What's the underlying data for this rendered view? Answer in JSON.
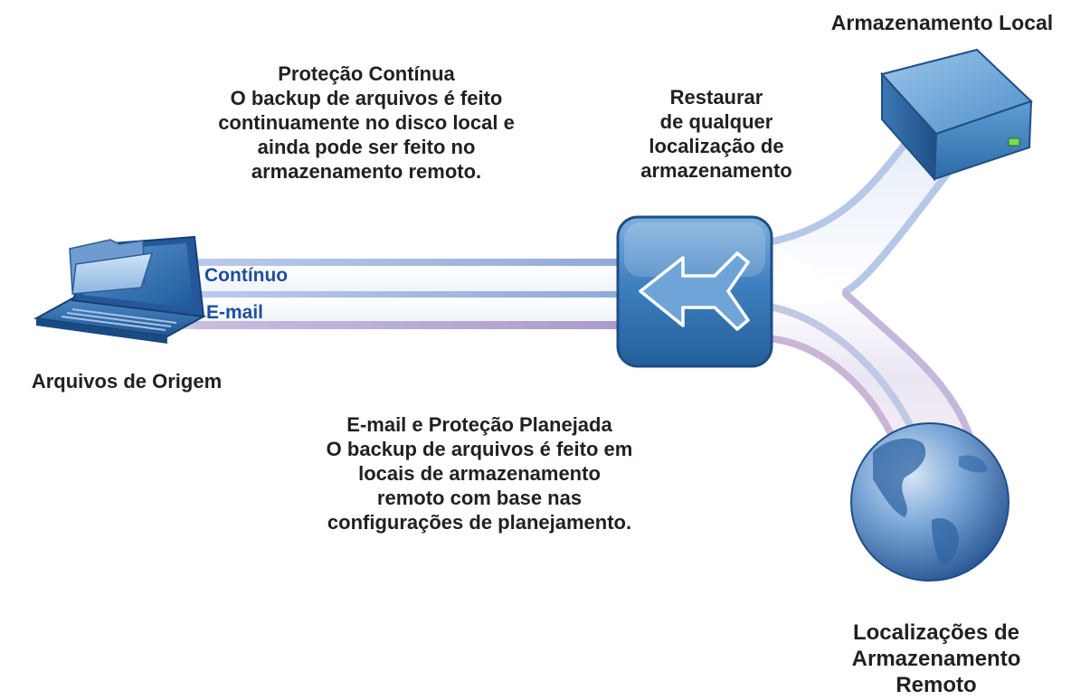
{
  "labels": {
    "local_storage": "Armazenamento Local",
    "source_files": "Arquivos de Origem",
    "remote_storage": [
      "Localizações de",
      "Armazenamento",
      "Remoto"
    ]
  },
  "callouts": {
    "continuous_protection": [
      "Proteção Contínua",
      "O backup de arquivos é feito",
      "continuamente no disco local e",
      "ainda pode ser feito no",
      "armazenamento remoto."
    ],
    "restore": [
      "Restaurar",
      "de qualquer",
      "localização de",
      "armazenamento"
    ],
    "email_scheduled": [
      "E-mail e Proteção Planejada",
      "O backup de arquivos é feito em",
      "locais de armazenamento",
      "remoto com base nas",
      "configurações de planejamento."
    ]
  },
  "lanes": {
    "continuous": "Contínuo",
    "email": "E-mail"
  },
  "icons": {
    "laptop": "laptop-icon",
    "folder": "folder-icon",
    "restore": "restore-arrow-icon",
    "local_drive": "hard-drive-icon",
    "globe": "globe-icon"
  },
  "colors": {
    "text": "#231f20",
    "lane_label": "#1f4f9c",
    "flow_blue": "#8fa8d6",
    "flow_purple": "#a99ac9",
    "restore_box": "#3b7bb6",
    "drive": "#4a89c2",
    "drive_led": "#7ed957"
  }
}
